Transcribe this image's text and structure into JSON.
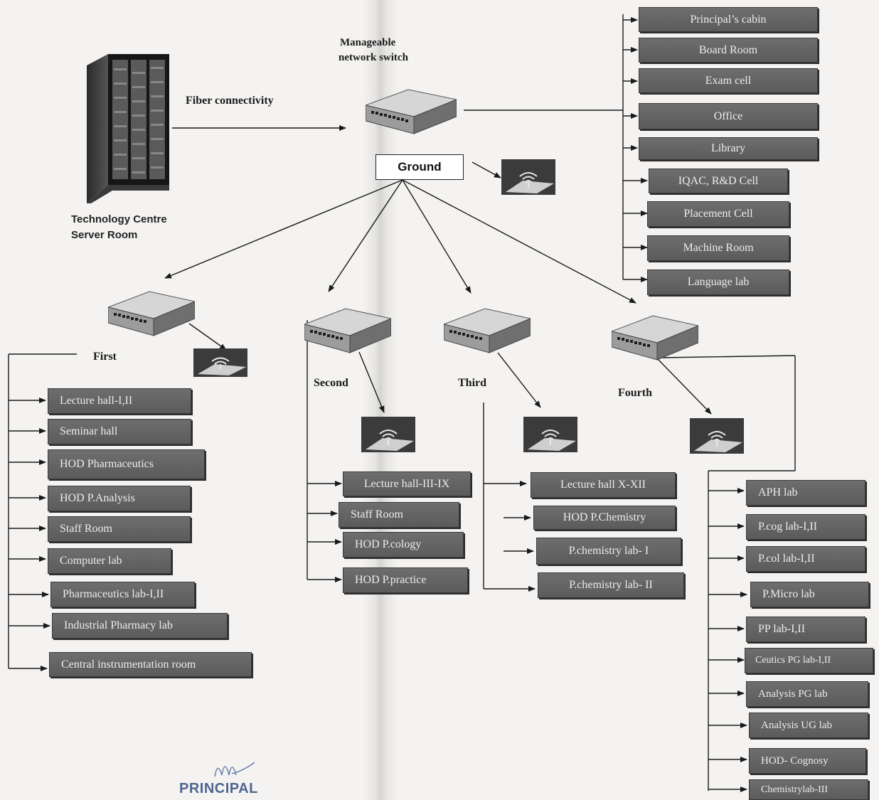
{
  "colors": {
    "box_fill": "#636363",
    "box_text": "#ececec",
    "line": "#1a1a1a",
    "background": "#f4f3f1"
  },
  "server": {
    "icon": "server-rack-icon",
    "label_line1": "Technology Centre",
    "label_line2": "Server Room"
  },
  "fiber_label": "Fiber connectivity",
  "main_switch": {
    "icon": "network-switch-icon",
    "label_line1": "Manageable",
    "label_line2": "network switch"
  },
  "ground_label": "Ground",
  "floor_labels": {
    "first": "First",
    "second": "Second",
    "third": "Third",
    "fourth": "Fourth"
  },
  "ground_rooms": [
    "Principal’s cabin",
    "Board Room",
    "Exam cell",
    "Office",
    "Library",
    "IQAC, R&D Cell",
    "Placement Cell",
    "Machine Room",
    "Language lab"
  ],
  "first_rooms": [
    "Lecture hall-I,II",
    "Seminar hall",
    "HOD  Pharmaceutics",
    "HOD P.Analysis",
    "Staff  Room",
    "Computer  lab",
    "Pharmaceutics lab-I,II",
    "Industrial Pharmacy lab",
    "Central instrumentation room"
  ],
  "second_rooms": [
    "Lecture hall-III-IX",
    "Staff  Room",
    "HOD P.cology",
    "HOD P.practice"
  ],
  "third_rooms": [
    "Lecture hall X-XII",
    "HOD P.Chemistry",
    "P.chemistry lab- I",
    "P.chemistry lab- II"
  ],
  "fourth_rooms": [
    "APH lab",
    "P.cog lab-I,II",
    "P.col lab-I,II",
    "P.Micro lab",
    "PP lab-I,II",
    "Ceutics PG  lab-I,II",
    "Analysis PG  lab",
    "Analysis UG lab",
    "HOD- Cognosy",
    "Chemistrylab-III"
  ],
  "wifi_icon": "wifi-access-point-icon",
  "signature": {
    "text": "PRINCIPAL"
  }
}
